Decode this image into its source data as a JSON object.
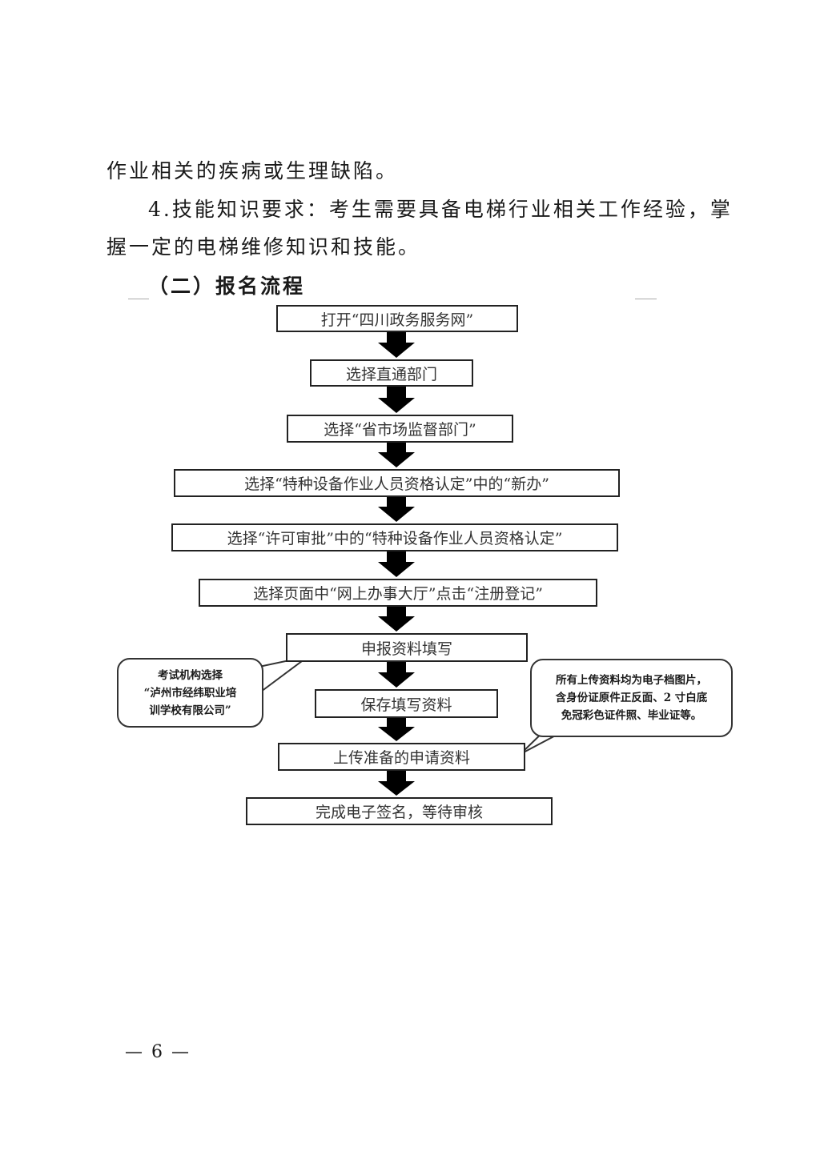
{
  "paragraphs": [
    "作业相关的疾病或生理缺陷。",
    "4.技能知识要求：考生需要具备电梯行业相关工作经验，掌",
    "握一定的电梯维修知识和技能。"
  ],
  "section_title": "（二）报名流程",
  "flow_steps": [
    "打开“四川政务服务网”",
    "选择直通部门",
    "选择“省市场监督部门”",
    "选择“特种设备作业人员资格认定”中的“新办”",
    "选择“许可审批”中的“特种设备作业人员资格认定”",
    "选择页面中“网上办事大厅”点击“注册登记”",
    "申报资料填写",
    "保存填写资料",
    "上传准备的申请资料",
    "完成电子签名，等待审核"
  ],
  "callouts": {
    "left": [
      "考试机构选择",
      "“泸州市经纬职业培",
      "训学校有限公司”"
    ],
    "right": [
      "所有上传资料均为电子档图片，",
      "含身份证原件正反面、2 寸白底",
      "免冠彩色证件照、毕业证等。"
    ]
  },
  "page_number": "— 6 —"
}
